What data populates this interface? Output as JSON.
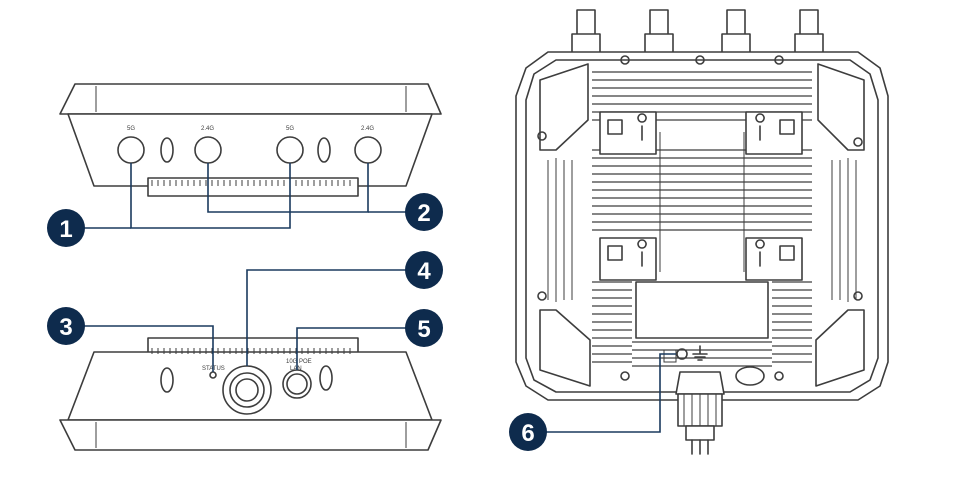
{
  "callouts": [
    {
      "label": "1"
    },
    {
      "label": "2"
    },
    {
      "label": "3"
    },
    {
      "label": "4"
    },
    {
      "label": "5"
    },
    {
      "label": "6"
    }
  ],
  "port_labels": {
    "top_5g_left": "5G",
    "top_24g_left": "2.4G",
    "top_5g_right": "5G",
    "top_24g_right": "2.4G",
    "bottom_reset": "STATUS",
    "bottom_lan": "10G POE",
    "bottom_lan_sub": "LAN"
  },
  "colors": {
    "callout": "#0e2b4d",
    "line": "#3d3d3d"
  }
}
